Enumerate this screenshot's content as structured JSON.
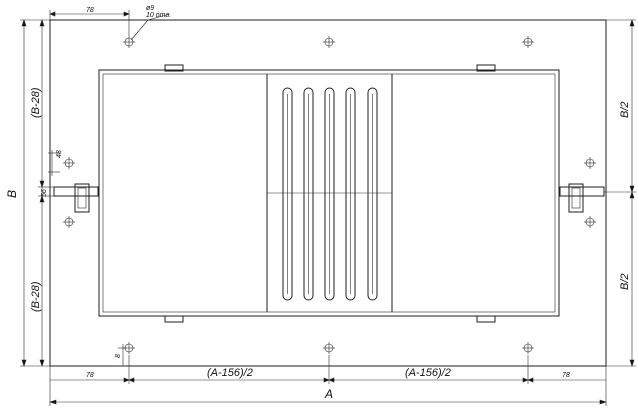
{
  "labels": {
    "width": "A",
    "height": "B",
    "half_height_top": "B/2",
    "half_height_bottom": "B/2",
    "side_top": "(B-28)",
    "side_bottom": "(B-28)",
    "half_span_left": "(A-156)/2",
    "half_span_right": "(A-156)/2",
    "edge_top": "78",
    "edge_bottom_left": "78",
    "edge_bottom_right": "78",
    "hole_callout": "ø9",
    "hole_count": "10 отв.",
    "tab_width": "48",
    "tab_offset": "56",
    "bottom_offset": "8"
  }
}
